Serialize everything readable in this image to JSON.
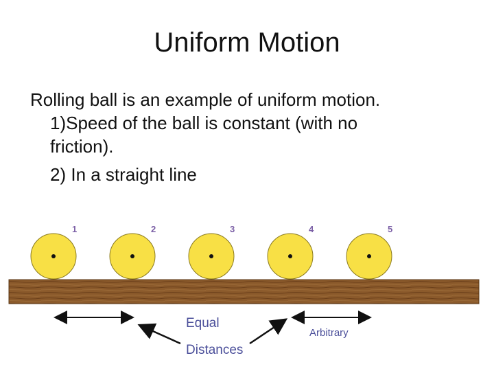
{
  "slide": {
    "title": "Uniform Motion",
    "intro": "Rolling ball is an example of uniform motion.",
    "point1_line1": "1)Speed of the ball is constant (with no",
    "point1_line2": "friction).",
    "point2": "2) In a straight line"
  },
  "figure": {
    "balls": [
      {
        "label": "1"
      },
      {
        "label": "2"
      },
      {
        "label": "3"
      },
      {
        "label": "4"
      },
      {
        "label": "5"
      }
    ],
    "equal_label": "Equal",
    "distances_label": "Distances",
    "arbitrary_label": "Arbitrary",
    "colors": {
      "ball_fill": "#f8e045",
      "ball_stroke": "#8a7a20",
      "number_color": "#7b5fa6",
      "label_color": "#4b4f9a",
      "wood": "#8b5a2b",
      "arrow": "#111111"
    }
  }
}
